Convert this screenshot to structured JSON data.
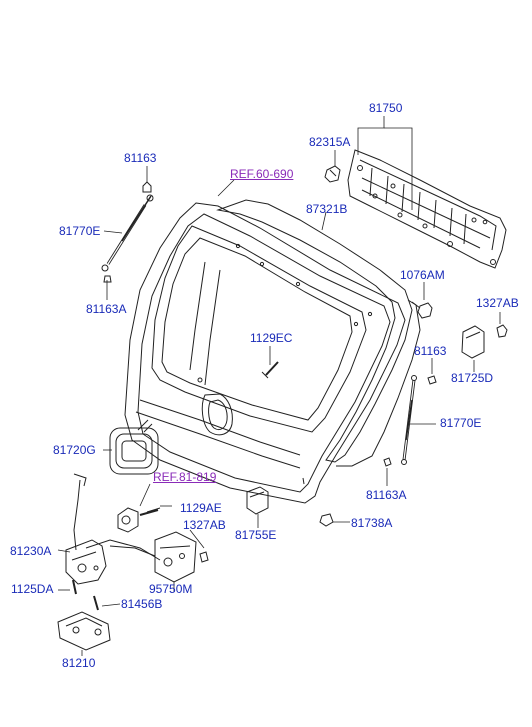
{
  "diagram": {
    "labels": {
      "p81750": "81750",
      "p82315A": "82315A",
      "p81163_top": "81163",
      "ref_60_690": "REF.60-690",
      "p87321B": "87321B",
      "p81770E_left": "81770E",
      "p1076AM": "1076AM",
      "p81163A_left": "81163A",
      "p1327AB_right": "1327AB",
      "p1129EC": "1129EC",
      "p81163_right": "81163",
      "p81725D": "81725D",
      "p81720G": "81720G",
      "p81770E_right": "81770E",
      "ref_81_819": "REF.81-819",
      "p81163A_right": "81163A",
      "p1129AE": "1129AE",
      "p1327AB_mid": "1327AB",
      "p81755E": "81755E",
      "p81738A": "81738A",
      "p81230A": "81230A",
      "p95750M": "95750M",
      "p1125DA": "1125DA",
      "p81456B": "81456B",
      "p81210": "81210"
    },
    "colors": {
      "label_text": "#1a2bb8",
      "reference_link": "#8a2bb8",
      "linework": "#222222"
    }
  }
}
